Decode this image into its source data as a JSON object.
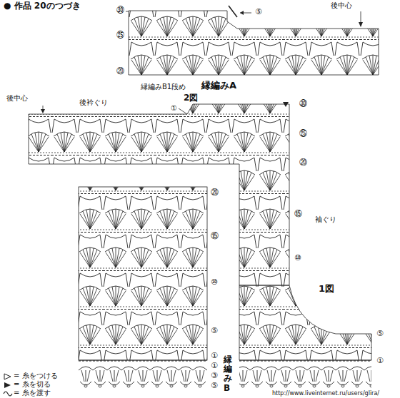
{
  "diagram": {
    "title": "● 作品 20のつづき",
    "labels": [
      "後中心",
      "⑤",
      "㉚",
      "㉕",
      "⑳",
      "縁編みB1段め",
      "縁編みA",
      "2図",
      "後中心",
      "後衿ぐり",
      "①",
      "㉚",
      "㉕",
      "⑳",
      "⑳",
      "⑮",
      "⑩",
      "⑤",
      "①",
      "①",
      "③",
      "⑤",
      "袖ぐり",
      "⑮",
      "⑩",
      "1図",
      "⑤",
      "①",
      "縁編みB",
      "http://www.liveinternet.ru/users/glira/"
    ],
    "legend": [
      {
        "text": "= 糸をつける"
      },
      {
        "text": "= 糸を切る"
      },
      {
        "text": "= 糸を渡す"
      }
    ]
  }
}
